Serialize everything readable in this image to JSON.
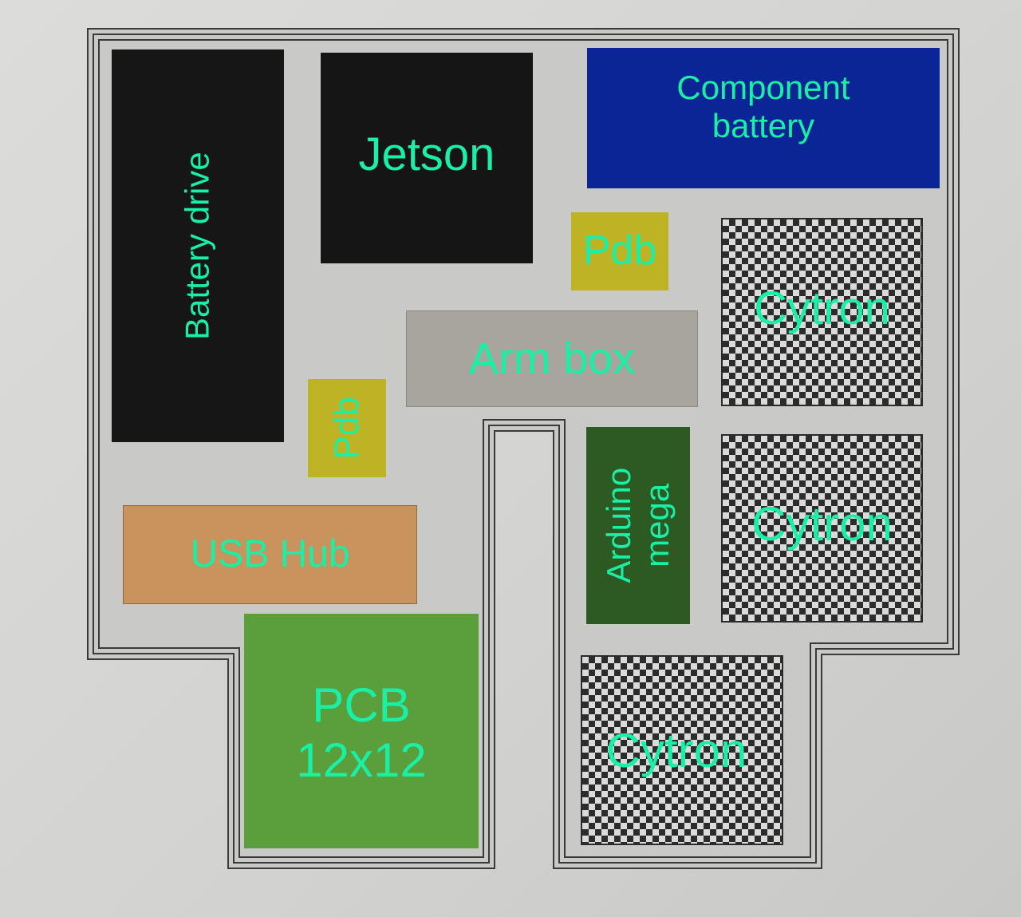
{
  "diagram": {
    "colors": {
      "background": "#d6d6d4",
      "chassis_fill": "#c8c8c6",
      "chassis_outline": "#3a3a3a",
      "label": "#19f0a6",
      "black_block": "#161616",
      "component_battery": "#0a2596",
      "pdb": "#bdb324",
      "arm_box": "#a8a59c",
      "usb_hub": "#c8935c",
      "pcb": "#5b9e3c",
      "arduino": "#2c5a22",
      "cytron_checker": "#2c2c2c"
    },
    "components": {
      "battery_drive": {
        "label": "Battery drive",
        "icon": "battery-block"
      },
      "jetson": {
        "label": "Jetson",
        "icon": "compute-module-block"
      },
      "component_battery": {
        "line1": "Component",
        "line2": "battery",
        "icon": "battery-block"
      },
      "pdb_top": {
        "label": "Pdb",
        "icon": "power-distribution-board-block"
      },
      "pdb_left": {
        "label": "Pdb",
        "icon": "power-distribution-board-block"
      },
      "arm_box": {
        "label": "Arm box",
        "icon": "enclosure-block"
      },
      "usb_hub": {
        "label": "USB Hub",
        "icon": "usb-hub-block"
      },
      "pcb": {
        "line1": "PCB",
        "line2": "12x12",
        "icon": "pcb-block"
      },
      "arduino": {
        "line1": "Arduino",
        "line2": "mega",
        "icon": "microcontroller-block"
      },
      "cytron_1": {
        "label": "Cytron",
        "icon": "motor-driver-block"
      },
      "cytron_2": {
        "label": "Cytron",
        "icon": "motor-driver-block"
      },
      "cytron_3": {
        "label": "Cytron",
        "icon": "motor-driver-block"
      }
    }
  }
}
